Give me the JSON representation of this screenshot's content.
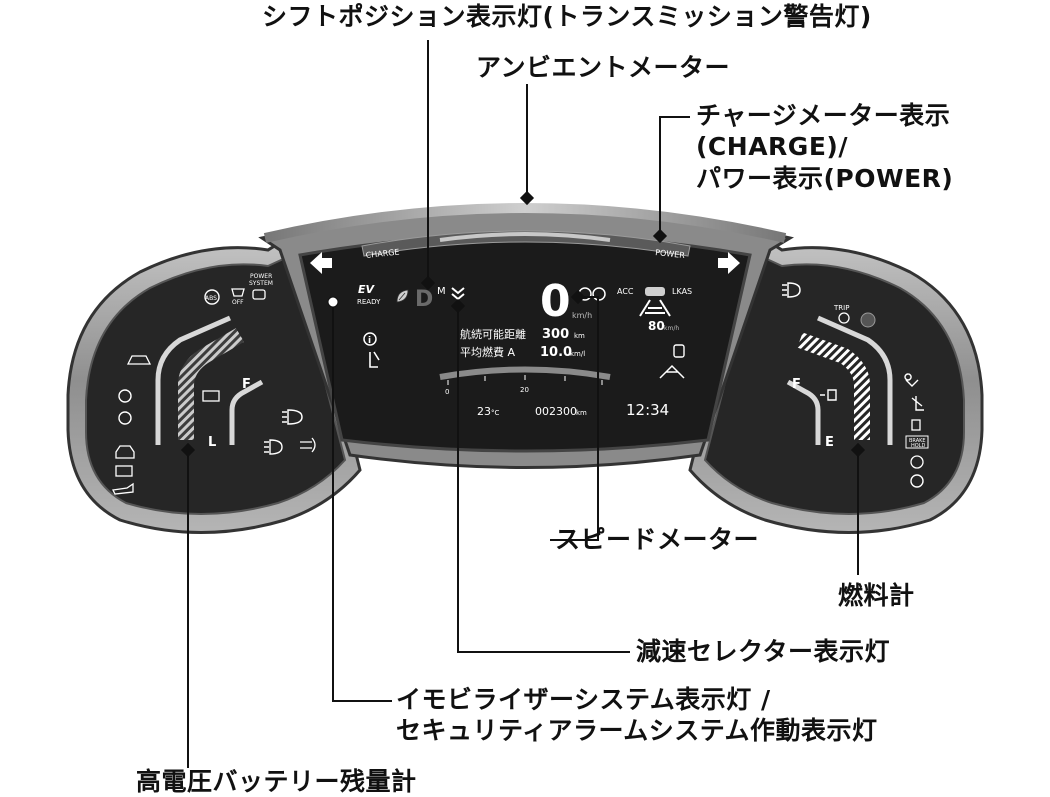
{
  "callouts": {
    "shift_position": "シフトポジション表示灯(トランスミッション警告灯)",
    "ambient_meter": "アンビエントメーター",
    "charge_power": [
      "チャージメーター表示",
      "(CHARGE)/",
      "パワー表示(POWER)"
    ],
    "speedometer": "スピードメーター",
    "fuel_gauge": "燃料計",
    "decel_selector": "減速セレクター表示灯",
    "immobilizer": [
      "イモビライザーシステム表示灯 /",
      "セキュリティアラームシステム作動表示灯"
    ],
    "hv_battery": "高電圧バッテリー残量計"
  },
  "cluster": {
    "charge_label": "CHARGE",
    "power_label": "POWER",
    "ev_label": "EV",
    "ready_label": "READY",
    "gear": "D",
    "gear_mode": "M",
    "speed": "0",
    "speed_unit": "km/h",
    "acc_label": "ACC",
    "lkas_label": "LKAS",
    "set_speed": "80",
    "set_speed_unit": "km/h",
    "range_label": "航続可能距離",
    "range_value": "300",
    "range_unit": "km",
    "fuel_econ_label": "平均燃費 A",
    "fuel_econ_value": "10.0",
    "fuel_econ_unit": "km/l",
    "outside_temp": "23",
    "temp_unit": "°C",
    "odometer": "002300",
    "odo_unit": "km",
    "clock": "12:34",
    "power_system_label": [
      "POWER",
      "SYSTEM"
    ],
    "off_label": "OFF",
    "trip_label": "TRIP",
    "brake_hold_label": [
      "BRAKE",
      "HOLD"
    ],
    "left_gauge_f": "F",
    "left_gauge_l": "L",
    "right_gauge_f": "F",
    "right_gauge_e": "E",
    "decel_scale": [
      "0",
      "20"
    ],
    "abs_label": "ABS"
  },
  "colors": {
    "bezel_outer": "#9a9a9a",
    "bezel_inner": "#5c5c5c",
    "screen": "#1b1b1b",
    "callout_line": "#111111"
  }
}
